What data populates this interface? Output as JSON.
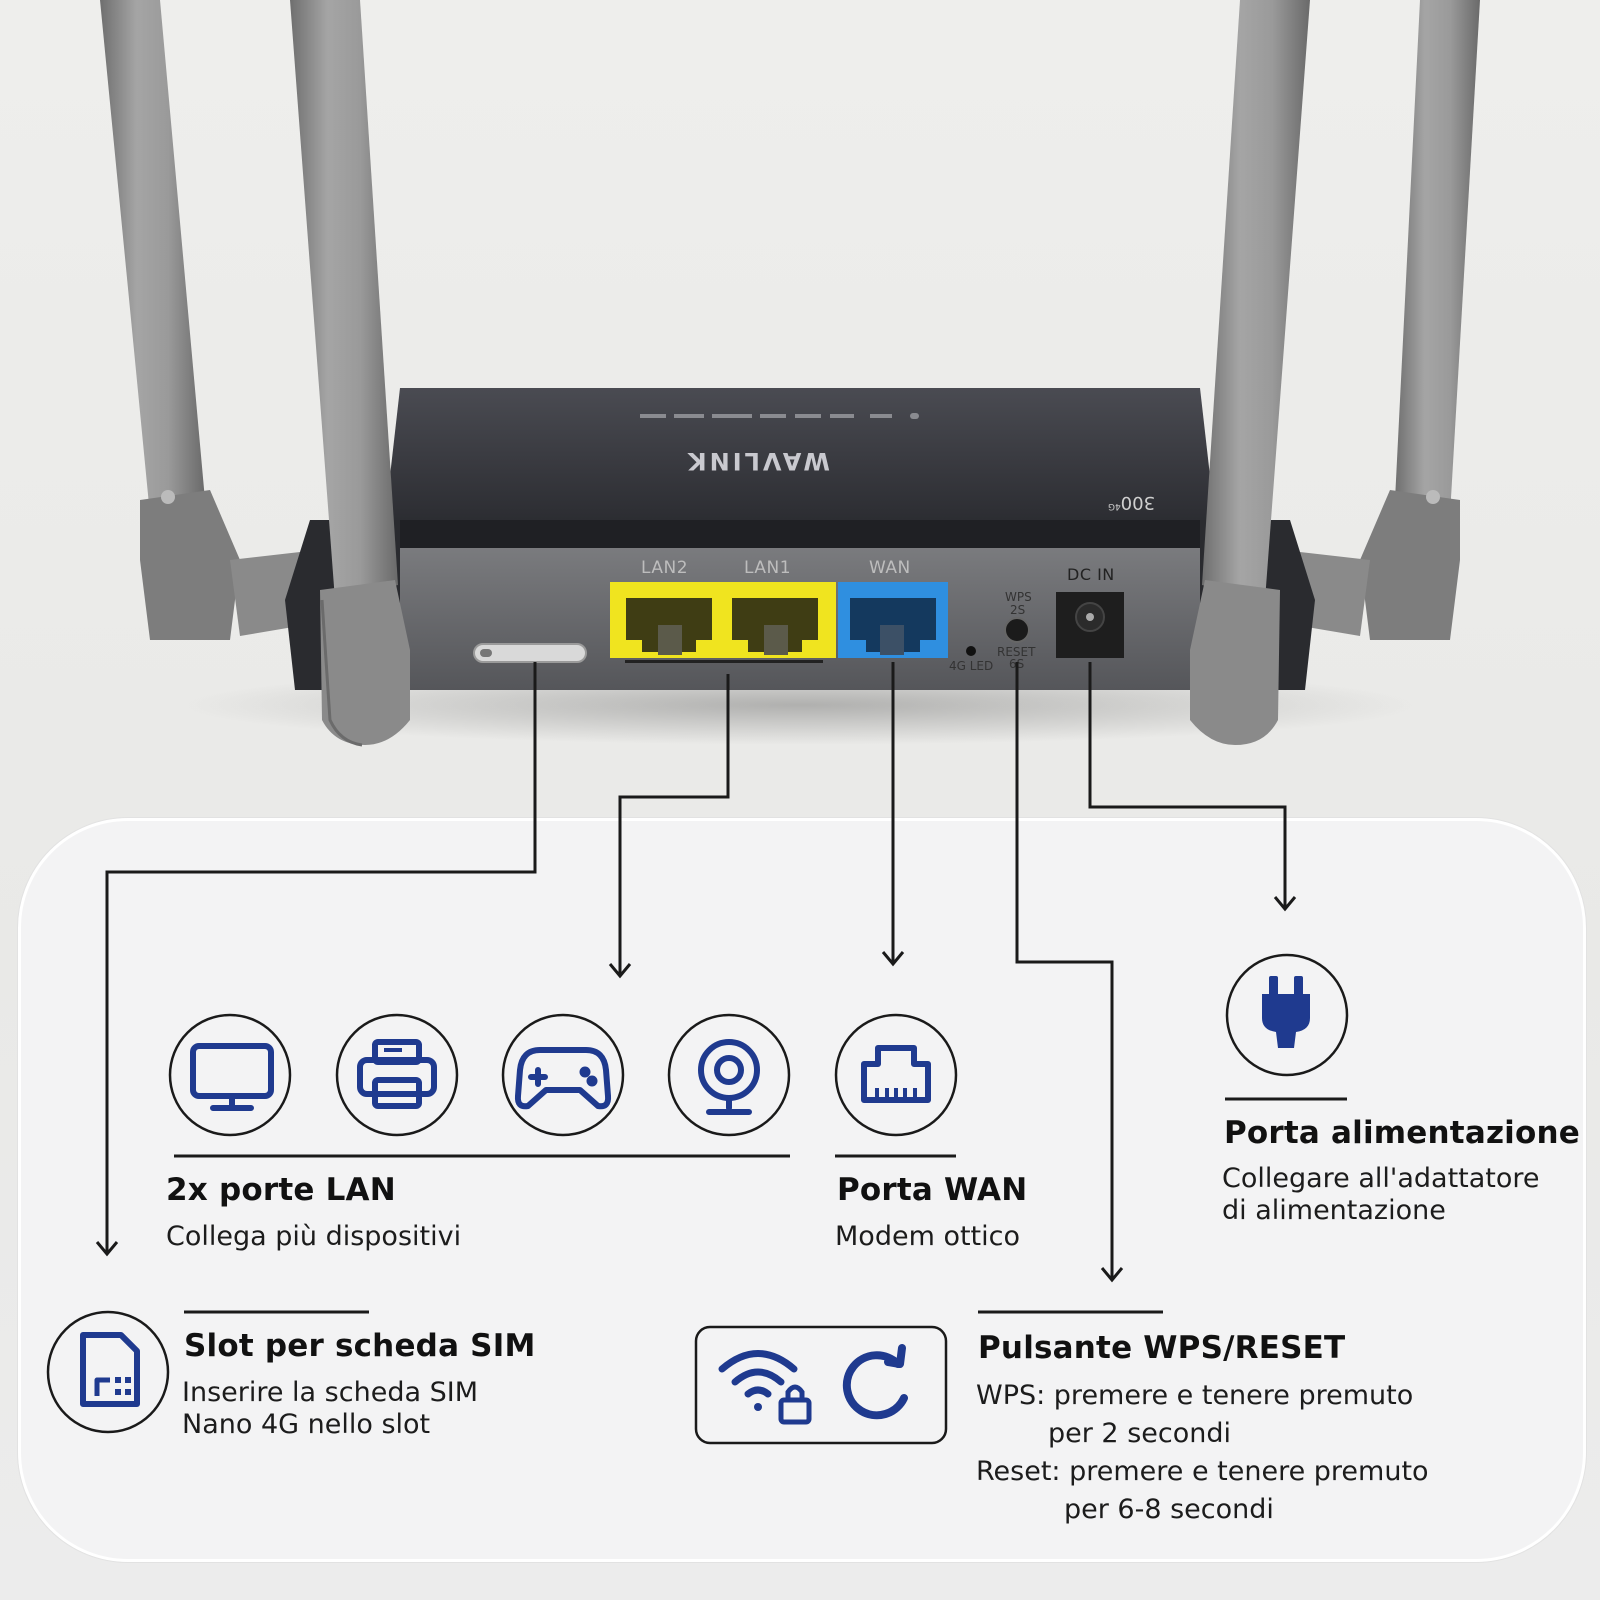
{
  "router": {
    "brand": "WAVLINK",
    "model": "300",
    "model_suffix": "4G",
    "ports": {
      "lan2": "LAN2",
      "lan1": "LAN1",
      "wan": "WAN",
      "dc_in": "DC IN",
      "wps": "WPS",
      "wps_time": "2S",
      "reset": "RESET",
      "reset_time": "6S",
      "led": "4G LED"
    }
  },
  "features": {
    "lan": {
      "title": "2x porte LAN",
      "desc": "Collega più dispositivi",
      "icons": [
        "monitor-icon",
        "printer-icon",
        "gamepad-icon",
        "webcam-icon"
      ]
    },
    "wan": {
      "title": "Porta WAN",
      "desc": "Modem ottico",
      "icon": "ethernet-port-icon"
    },
    "power": {
      "title": "Porta alimentazione",
      "desc_line1": "Collegare all'adattatore",
      "desc_line2": "di alimentazione",
      "icon": "power-plug-icon"
    },
    "sim": {
      "title": "Slot per scheda SIM",
      "desc_line1": "Inserire la scheda SIM",
      "desc_line2": "Nano 4G nello slot",
      "icon": "sim-card-icon"
    },
    "wps": {
      "title": "Pulsante WPS/RESET",
      "line1": "WPS: premere e tenere premuto",
      "line2": "per 2 secondi",
      "line3": "Reset: premere e tenere premuto",
      "line4": "per 6-8 secondi",
      "icons": [
        "wifi-lock-icon",
        "reset-icon"
      ]
    }
  },
  "colors": {
    "accent": "#1f3a8f",
    "lan_port": "#f0e41f",
    "wan_port": "#2f8fe0",
    "router_body": "#3a3b40",
    "antenna": "#8e8e8e"
  }
}
